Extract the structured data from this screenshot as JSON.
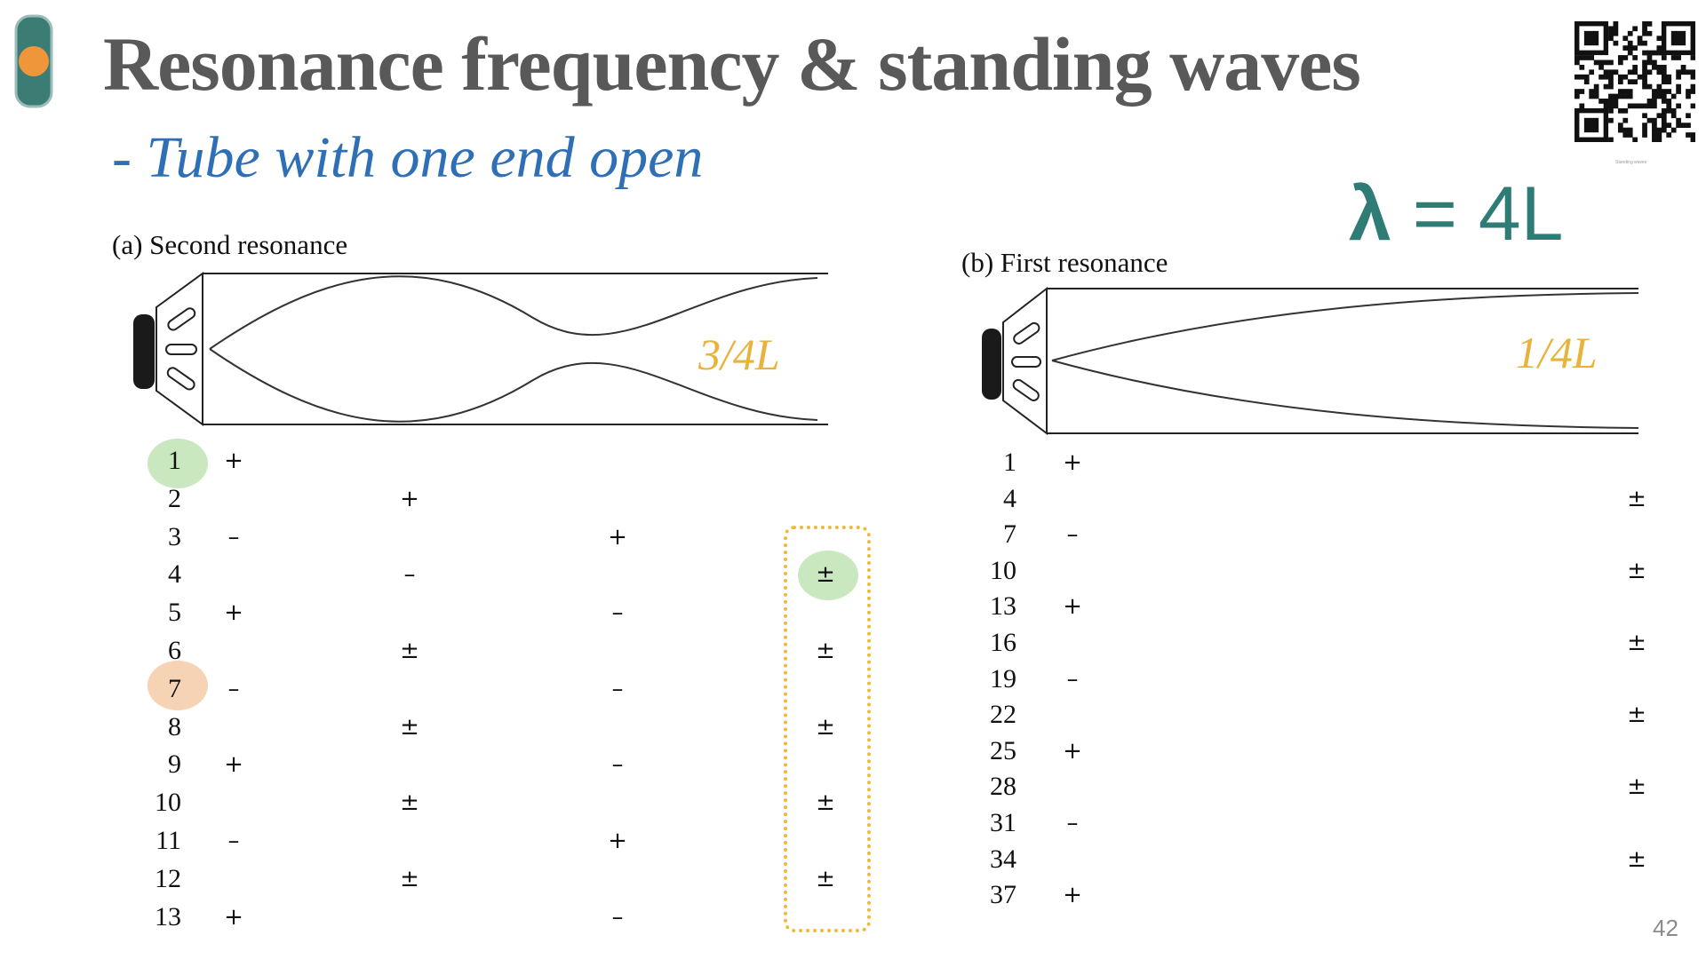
{
  "title": "Resonance frequency & standing waves",
  "subtitle": "- Tube with one end open",
  "formula": {
    "symbol": "λ",
    "rest": " = 4L"
  },
  "qr_caption": "Standing waves",
  "slide_number": "42",
  "colors": {
    "title": "#595959",
    "subtitle": "#2e6fb5",
    "formula": "#2f7c76",
    "length_label": "#e8b33a",
    "highlight_green": "#c9e8bf",
    "highlight_orange": "#f6d3b5",
    "dotted_box": "#f0b93a",
    "logo_teal": "#3b7c75",
    "logo_orange": "#f0963a"
  },
  "icons": {
    "logo": "traffic-light-logo-icon",
    "qr": "qr-code-icon",
    "speaker": "speaker-icon"
  },
  "panel_a": {
    "label": "(a)  Second resonance",
    "length_label": "3/4L",
    "rows": [
      {
        "n": "1",
        "col": 0,
        "sign": "+"
      },
      {
        "n": "2",
        "col": 1,
        "sign": "+"
      },
      {
        "n": "3",
        "col": 0,
        "sign": "–",
        "extra": {
          "col": 2,
          "sign": "+"
        }
      },
      {
        "n": "4",
        "col": 1,
        "sign": "–",
        "extra": {
          "col": 3,
          "sign": "±"
        }
      },
      {
        "n": "5",
        "col": 0,
        "sign": "+",
        "extra": {
          "col": 2,
          "sign": "–"
        }
      },
      {
        "n": "6",
        "col": 1,
        "sign": "±",
        "extra": {
          "col": 3,
          "sign": "±"
        }
      },
      {
        "n": "7",
        "col": 0,
        "sign": "–",
        "extra": {
          "col": 2,
          "sign": "–"
        }
      },
      {
        "n": "8",
        "col": 1,
        "sign": "±",
        "extra": {
          "col": 3,
          "sign": "±"
        }
      },
      {
        "n": "9",
        "col": 0,
        "sign": "+",
        "extra": {
          "col": 2,
          "sign": "–"
        }
      },
      {
        "n": "10",
        "col": 1,
        "sign": "±",
        "extra": {
          "col": 3,
          "sign": "±"
        }
      },
      {
        "n": "11",
        "col": 0,
        "sign": "–",
        "extra": {
          "col": 2,
          "sign": "+"
        }
      },
      {
        "n": "12",
        "col": 1,
        "sign": "±",
        "extra": {
          "col": 3,
          "sign": "±"
        }
      },
      {
        "n": "13",
        "col": 0,
        "sign": "+",
        "extra": {
          "col": 2,
          "sign": "–"
        }
      }
    ]
  },
  "panel_b": {
    "label": "(b)  First resonance",
    "length_label": "1/4L",
    "rows": [
      {
        "n": "1",
        "col": 0,
        "sign": "+"
      },
      {
        "n": "4",
        "col": 1,
        "sign": "±"
      },
      {
        "n": "7",
        "col": 0,
        "sign": "–"
      },
      {
        "n": "10",
        "col": 1,
        "sign": "±"
      },
      {
        "n": "13",
        "col": 0,
        "sign": "+"
      },
      {
        "n": "16",
        "col": 1,
        "sign": "±"
      },
      {
        "n": "19",
        "col": 0,
        "sign": "–"
      },
      {
        "n": "22",
        "col": 1,
        "sign": "±"
      },
      {
        "n": "25",
        "col": 0,
        "sign": "+"
      },
      {
        "n": "28",
        "col": 1,
        "sign": "±"
      },
      {
        "n": "31",
        "col": 0,
        "sign": "–"
      },
      {
        "n": "34",
        "col": 1,
        "sign": "±"
      },
      {
        "n": "37",
        "col": 0,
        "sign": "+"
      }
    ]
  }
}
